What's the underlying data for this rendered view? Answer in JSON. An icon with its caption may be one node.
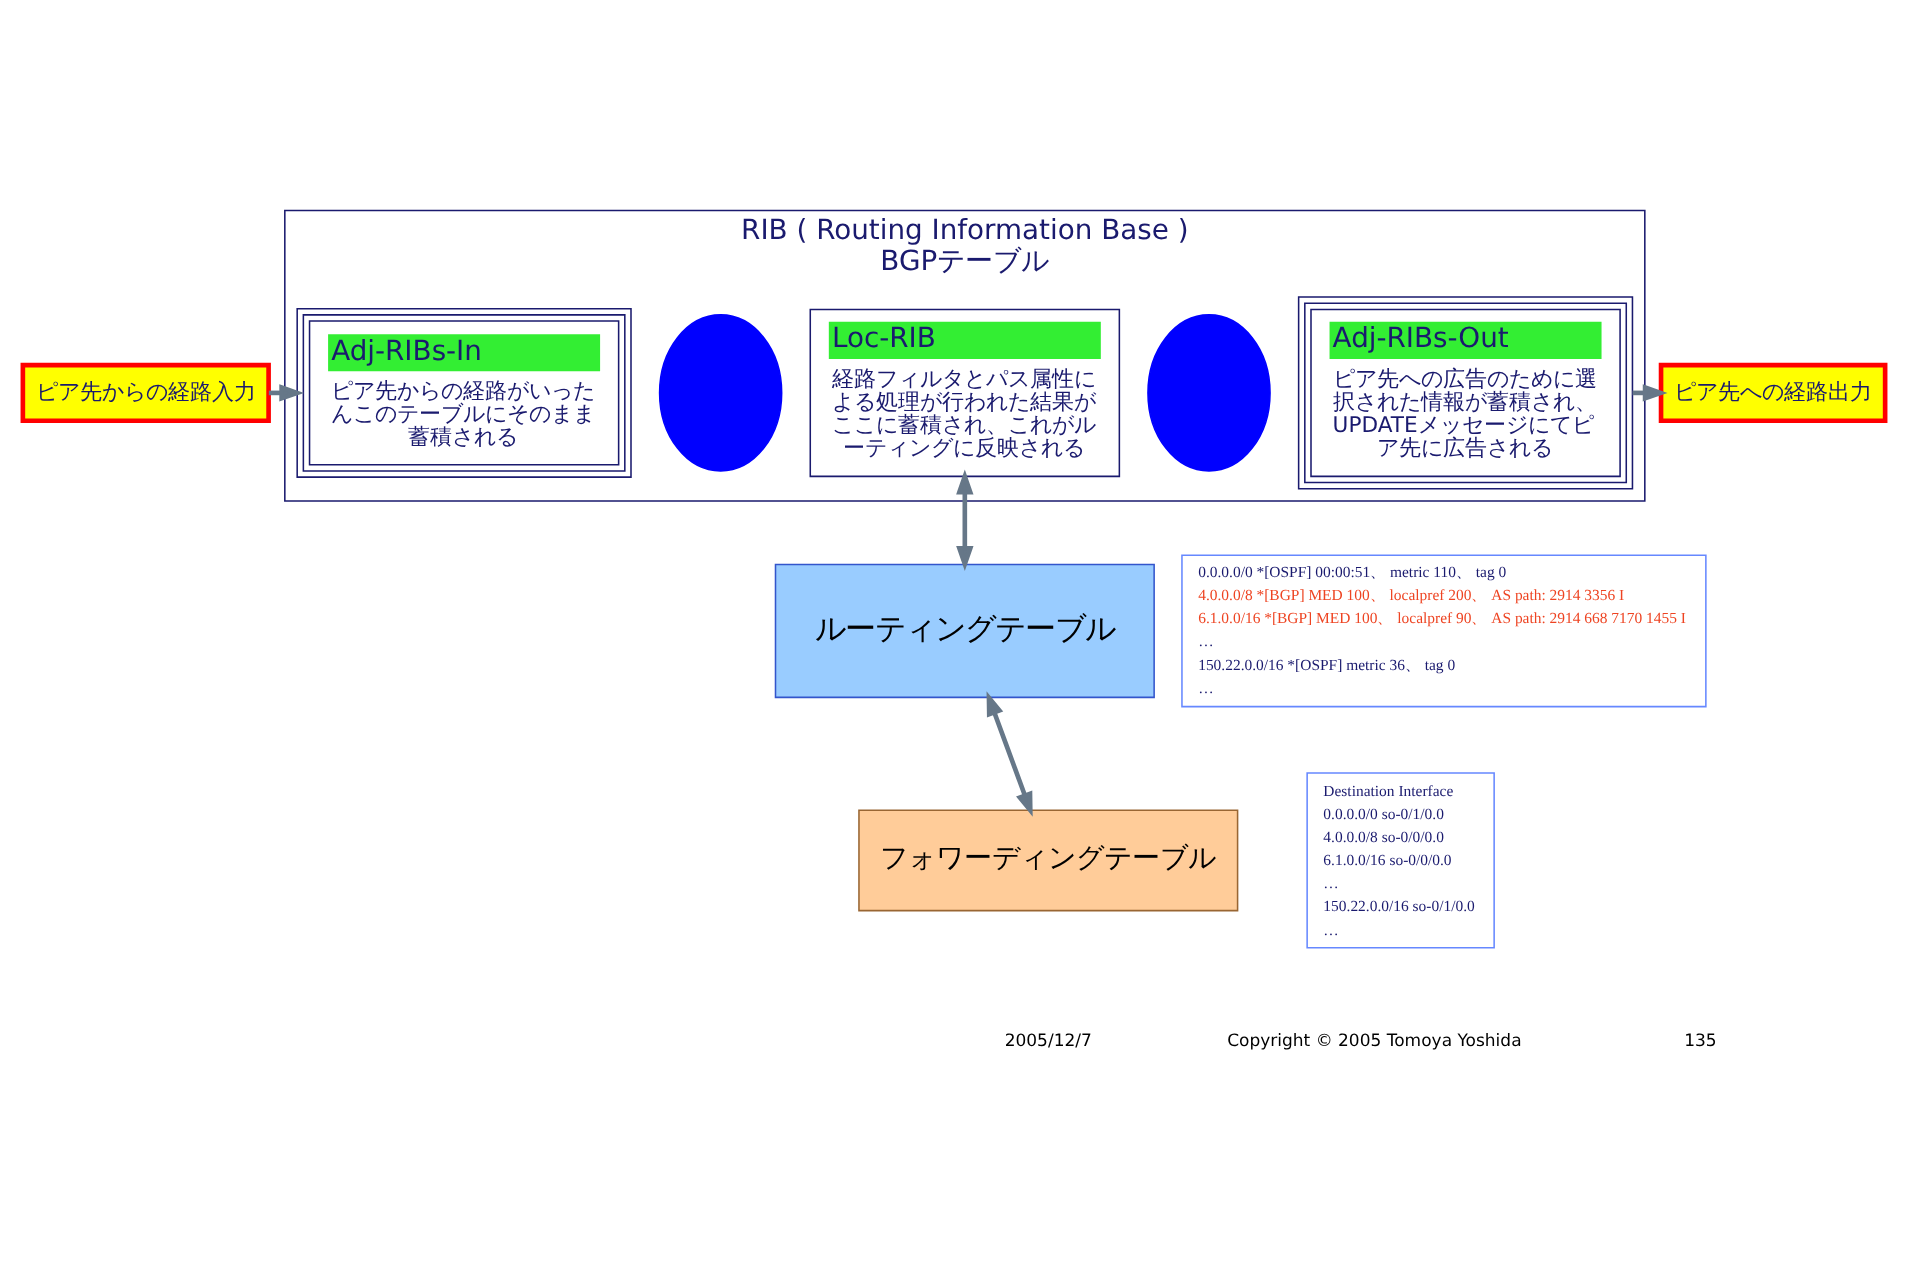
{
  "diagram": {
    "nodes": [
      {
        "text": [
          "RIB ( Routing Information Base )",
          "BGPテーブル"
        ]
      },
      {
        "text": [
          "Adj-RIBs-In",
          "ピア先からの経路がいったんこのテーブルにそのまま蓄積される"
        ],
        "in": 0
      },
      {
        "text": [],
        "shape": "ellipse",
        "in": 0
      },
      {
        "text": [
          "Loc-RIB",
          "経路フィルタとパス属性による処理が行われた結果がここに蓄積され、これがルーティングに反映される"
        ],
        "in": 0
      },
      {
        "text": [],
        "shape": "ellipse",
        "in": 0
      },
      {
        "text": [
          "Adj-RIBs-Out",
          "ピア先への広告のために選択された情報が蓄積され、UPDATEメッセージにてピア先に広告される"
        ],
        "in": 0
      },
      {
        "text": [
          "ピア先からの経路入力"
        ]
      },
      {
        "text": [
          "ピア先への経路出力"
        ]
      },
      {
        "text": [
          "ルーティングテーブル"
        ]
      },
      {
        "text": [
          "0.0.0.0/0 *[OSPF] 00:00:51、 metric 110、 tag 0",
          "4.0.0.0/8 *[BGP] MED 100、 localpref 200、 AS path: 2914 3356 I",
          "6.1.0.0/16 *[BGP] MED 100、 localpref 90、 AS path: 2914 668 7170 1455 I",
          "…",
          "150.22.0.0/16 *[OSPF] metric 36、 tag 0",
          "…"
        ]
      },
      {
        "text": [
          "フォワーディングテーブル"
        ]
      },
      {
        "text": [
          "Destination Interface",
          "0.0.0.0/0 so-0/1/0.0",
          "4.0.0.0/8 so-0/0/0.0",
          "6.1.0.0/16 so-0/0/0.0",
          "…",
          "150.22.0.0/16 so-0/1/0.0",
          "…"
        ]
      }
    ],
    "edges": [
      {
        "from": 6,
        "to": 1,
        "arrow": "to"
      },
      {
        "from": 5,
        "to": 7,
        "arrow": "to"
      },
      {
        "from": 3,
        "to": 8,
        "arrow": "both"
      },
      {
        "from": 8,
        "to": 10,
        "arrow": "both"
      }
    ],
    "labels": [
      "2005/12/7",
      "Copyright © 2005 Tomoya Yoshida",
      "135"
    ]
  }
}
